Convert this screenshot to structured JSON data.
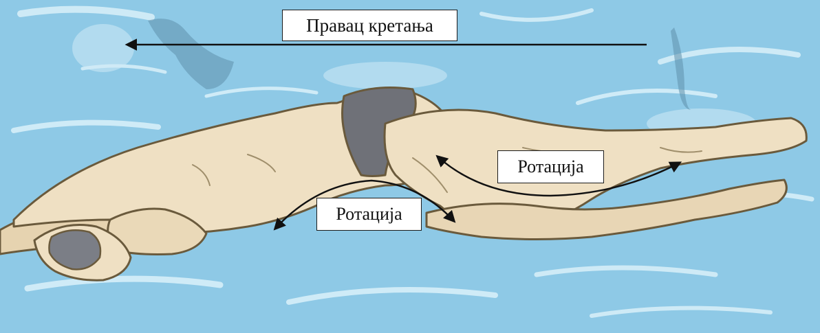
{
  "labels": {
    "direction": "Правац кретања",
    "rotation_upper": "Ротација",
    "rotation_lower": "Ротација"
  },
  "colors": {
    "water": "#8ec9e6",
    "water_light": "#cfe9f5",
    "skin": "#efe0c3",
    "skin_shade": "#d9c29c",
    "cap": "#7b7e86",
    "trunks": "#6f7178",
    "outline": "#6a5a3c",
    "arrow": "#111111"
  }
}
